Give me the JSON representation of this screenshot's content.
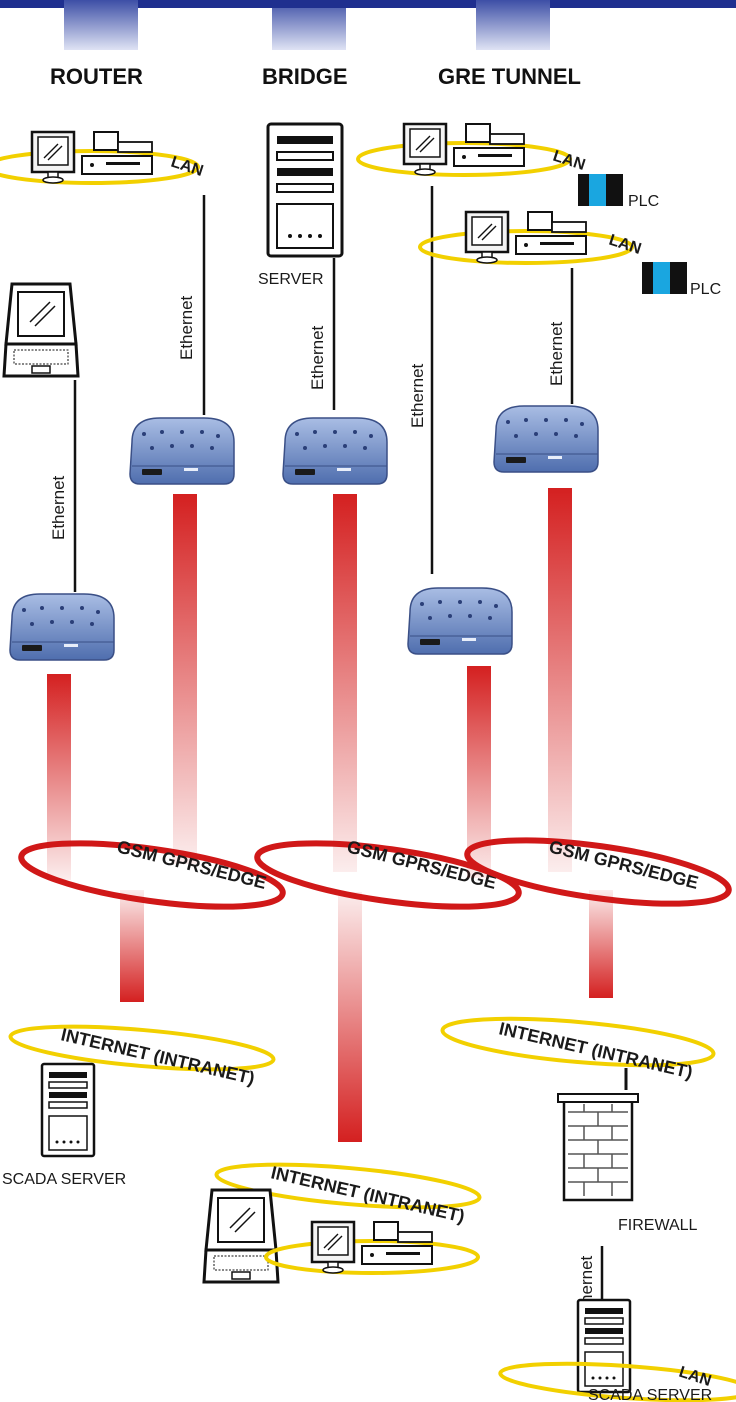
{
  "headers": {
    "router": "ROUTER",
    "bridge": "BRIDGE",
    "gre_tunnel": "GRE TUNNEL"
  },
  "labels": {
    "lan": "LAN",
    "plc": "PLC",
    "server": "SERVER",
    "ethernet": "Ethernet",
    "gsm": "GSM GPRS/EDGE",
    "internet": "INTERNET (INTRANET)",
    "scada_server": "SCADA SERVER",
    "firewall": "FIREWALL"
  },
  "colors": {
    "header_bar": "#1f2f8f",
    "modem": "#6f8fc8",
    "signal": "#d42020",
    "gsm_ring": "#d01818",
    "lan_ring": "#f2d000"
  }
}
